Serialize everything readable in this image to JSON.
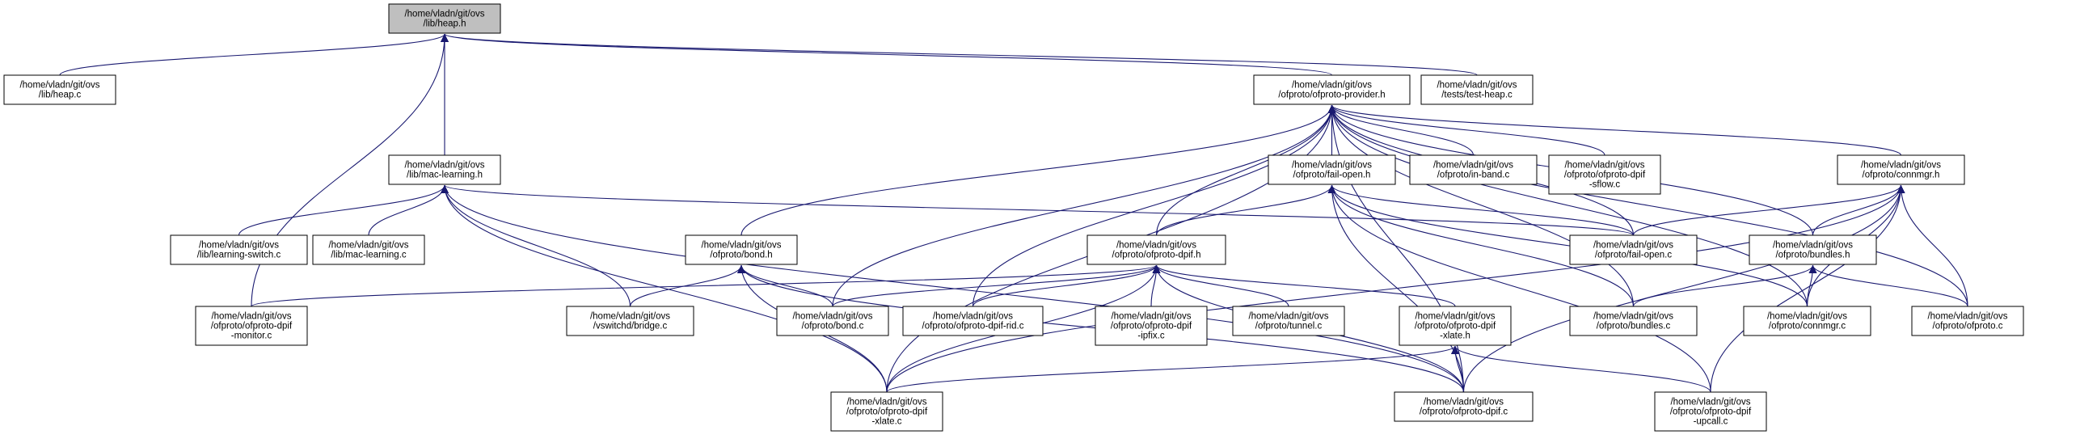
{
  "colors": {
    "edge": "#191970",
    "highlight_fill": "#bfbfbf",
    "node_fill": "#ffffff",
    "node_border": "#000000"
  },
  "nodes": [
    {
      "id": "heap_h",
      "lines": [
        "/home/vladn/git/ovs",
        "/lib/heap.h"
      ],
      "highlight": true
    },
    {
      "id": "heap_c",
      "lines": [
        "/home/vladn/git/ovs",
        "/lib/heap.c"
      ]
    },
    {
      "id": "ofproto_provider_h",
      "lines": [
        "/home/vladn/git/ovs",
        "/ofproto/ofproto-provider.h"
      ]
    },
    {
      "id": "test_heap_c",
      "lines": [
        "/home/vladn/git/ovs",
        "/tests/test-heap.c"
      ]
    },
    {
      "id": "mac_learning_h",
      "lines": [
        "/home/vladn/git/ovs",
        "/lib/mac-learning.h"
      ]
    },
    {
      "id": "fail_open_h",
      "lines": [
        "/home/vladn/git/ovs",
        "/ofproto/fail-open.h"
      ]
    },
    {
      "id": "in_band_c",
      "lines": [
        "/home/vladn/git/ovs",
        "/ofproto/in-band.c"
      ]
    },
    {
      "id": "ofproto_dpif_sflow_c",
      "lines": [
        "/home/vladn/git/ovs",
        "/ofproto/ofproto-dpif",
        "-sflow.c"
      ]
    },
    {
      "id": "connmgr_h",
      "lines": [
        "/home/vladn/git/ovs",
        "/ofproto/connmgr.h"
      ]
    },
    {
      "id": "learning_switch_c",
      "lines": [
        "/home/vladn/git/ovs",
        "/lib/learning-switch.c"
      ]
    },
    {
      "id": "mac_learning_c",
      "lines": [
        "/home/vladn/git/ovs",
        "/lib/mac-learning.c"
      ]
    },
    {
      "id": "bond_h",
      "lines": [
        "/home/vladn/git/ovs",
        "/ofproto/bond.h"
      ]
    },
    {
      "id": "ofproto_dpif_h",
      "lines": [
        "/home/vladn/git/ovs",
        "/ofproto/ofproto-dpif.h"
      ]
    },
    {
      "id": "fail_open_c",
      "lines": [
        "/home/vladn/git/ovs",
        "/ofproto/fail-open.c"
      ]
    },
    {
      "id": "bundles_h",
      "lines": [
        "/home/vladn/git/ovs",
        "/ofproto/bundles.h"
      ]
    },
    {
      "id": "ofproto_dpif_monitor_c",
      "lines": [
        "/home/vladn/git/ovs",
        "/ofproto/ofproto-dpif",
        "-monitor.c"
      ]
    },
    {
      "id": "bridge_c",
      "lines": [
        "/home/vladn/git/ovs",
        "/vswitchd/bridge.c"
      ]
    },
    {
      "id": "bond_c",
      "lines": [
        "/home/vladn/git/ovs",
        "/ofproto/bond.c"
      ]
    },
    {
      "id": "ofproto_dpif_rid_c",
      "lines": [
        "/home/vladn/git/ovs",
        "/ofproto/ofproto-dpif-rid.c"
      ]
    },
    {
      "id": "ofproto_dpif_ipfix_c",
      "lines": [
        "/home/vladn/git/ovs",
        "/ofproto/ofproto-dpif",
        "-ipfix.c"
      ]
    },
    {
      "id": "tunnel_c",
      "lines": [
        "/home/vladn/git/ovs",
        "/ofproto/tunnel.c"
      ]
    },
    {
      "id": "ofproto_dpif_xlate_h",
      "lines": [
        "/home/vladn/git/ovs",
        "/ofproto/ofproto-dpif",
        "-xlate.h"
      ]
    },
    {
      "id": "bundles_c",
      "lines": [
        "/home/vladn/git/ovs",
        "/ofproto/bundles.c"
      ]
    },
    {
      "id": "connmgr_c",
      "lines": [
        "/home/vladn/git/ovs",
        "/ofproto/connmgr.c"
      ]
    },
    {
      "id": "ofproto_c",
      "lines": [
        "/home/vladn/git/ovs",
        "/ofproto/ofproto.c"
      ]
    },
    {
      "id": "ofproto_dpif_xlate_c",
      "lines": [
        "/home/vladn/git/ovs",
        "/ofproto/ofproto-dpif",
        "-xlate.c"
      ]
    },
    {
      "id": "ofproto_dpif_c",
      "lines": [
        "/home/vladn/git/ovs",
        "/ofproto/ofproto-dpif.c"
      ]
    },
    {
      "id": "ofproto_dpif_upcall_c",
      "lines": [
        "/home/vladn/git/ovs",
        "/ofproto/ofproto-dpif",
        "-upcall.c"
      ]
    }
  ],
  "edges": [
    {
      "from": "heap_c",
      "to": "heap_h"
    },
    {
      "from": "ofproto_provider_h",
      "to": "heap_h"
    },
    {
      "from": "test_heap_c",
      "to": "heap_h"
    },
    {
      "from": "mac_learning_h",
      "to": "heap_h"
    },
    {
      "from": "ofproto_dpif_monitor_c",
      "to": "heap_h"
    },
    {
      "from": "learning_switch_c",
      "to": "mac_learning_h"
    },
    {
      "from": "mac_learning_c",
      "to": "mac_learning_h"
    },
    {
      "from": "bridge_c",
      "to": "mac_learning_h"
    },
    {
      "from": "ofproto_dpif_xlate_c",
      "to": "mac_learning_h"
    },
    {
      "from": "ofproto_dpif_c",
      "to": "mac_learning_h"
    },
    {
      "from": "fail_open_c",
      "to": "mac_learning_h"
    },
    {
      "from": "fail_open_h",
      "to": "ofproto_provider_h"
    },
    {
      "from": "in_band_c",
      "to": "ofproto_provider_h"
    },
    {
      "from": "ofproto_dpif_sflow_c",
      "to": "ofproto_provider_h"
    },
    {
      "from": "connmgr_h",
      "to": "ofproto_provider_h"
    },
    {
      "from": "bond_h",
      "to": "ofproto_provider_h"
    },
    {
      "from": "ofproto_dpif_h",
      "to": "ofproto_provider_h"
    },
    {
      "from": "fail_open_c",
      "to": "ofproto_provider_h"
    },
    {
      "from": "bundles_h",
      "to": "ofproto_provider_h"
    },
    {
      "from": "bond_c",
      "to": "ofproto_provider_h"
    },
    {
      "from": "ofproto_dpif_rid_c",
      "to": "ofproto_provider_h"
    },
    {
      "from": "bundles_c",
      "to": "ofproto_provider_h"
    },
    {
      "from": "connmgr_c",
      "to": "ofproto_provider_h"
    },
    {
      "from": "ofproto_c",
      "to": "ofproto_provider_h"
    },
    {
      "from": "ofproto_dpif_xlate_c",
      "to": "ofproto_provider_h"
    },
    {
      "from": "ofproto_dpif_c",
      "to": "ofproto_provider_h"
    },
    {
      "from": "ofproto_dpif_h",
      "to": "fail_open_h"
    },
    {
      "from": "fail_open_c",
      "to": "fail_open_h"
    },
    {
      "from": "bundles_c",
      "to": "fail_open_h"
    },
    {
      "from": "connmgr_c",
      "to": "fail_open_h"
    },
    {
      "from": "ofproto_dpif_c",
      "to": "fail_open_h"
    },
    {
      "from": "ofproto_dpif_upcall_c",
      "to": "fail_open_h"
    },
    {
      "from": "fail_open_c",
      "to": "connmgr_h"
    },
    {
      "from": "bundles_h",
      "to": "connmgr_h"
    },
    {
      "from": "connmgr_c",
      "to": "connmgr_h"
    },
    {
      "from": "ofproto_c",
      "to": "connmgr_h"
    },
    {
      "from": "ofproto_dpif_xlate_c",
      "to": "connmgr_h"
    },
    {
      "from": "ofproto_dpif_c",
      "to": "connmgr_h"
    },
    {
      "from": "ofproto_dpif_upcall_c",
      "to": "connmgr_h"
    },
    {
      "from": "bridge_c",
      "to": "bond_h"
    },
    {
      "from": "bond_c",
      "to": "bond_h"
    },
    {
      "from": "ofproto_dpif_xlate_c",
      "to": "bond_h"
    },
    {
      "from": "ofproto_dpif_c",
      "to": "bond_h"
    },
    {
      "from": "ofproto_dpif_monitor_c",
      "to": "ofproto_dpif_h"
    },
    {
      "from": "bond_c",
      "to": "ofproto_dpif_h"
    },
    {
      "from": "ofproto_dpif_rid_c",
      "to": "ofproto_dpif_h"
    },
    {
      "from": "ofproto_dpif_ipfix_c",
      "to": "ofproto_dpif_h"
    },
    {
      "from": "tunnel_c",
      "to": "ofproto_dpif_h"
    },
    {
      "from": "ofproto_dpif_xlate_h",
      "to": "ofproto_dpif_h"
    },
    {
      "from": "ofproto_dpif_xlate_c",
      "to": "ofproto_dpif_h"
    },
    {
      "from": "ofproto_dpif_c",
      "to": "ofproto_dpif_h"
    },
    {
      "from": "bundles_c",
      "to": "bundles_h"
    },
    {
      "from": "connmgr_c",
      "to": "bundles_h"
    },
    {
      "from": "ofproto_c",
      "to": "bundles_h"
    },
    {
      "from": "ofproto_dpif_xlate_c",
      "to": "ofproto_dpif_xlate_h"
    },
    {
      "from": "ofproto_dpif_c",
      "to": "ofproto_dpif_xlate_h"
    },
    {
      "from": "ofproto_dpif_upcall_c",
      "to": "ofproto_dpif_xlate_h"
    }
  ]
}
